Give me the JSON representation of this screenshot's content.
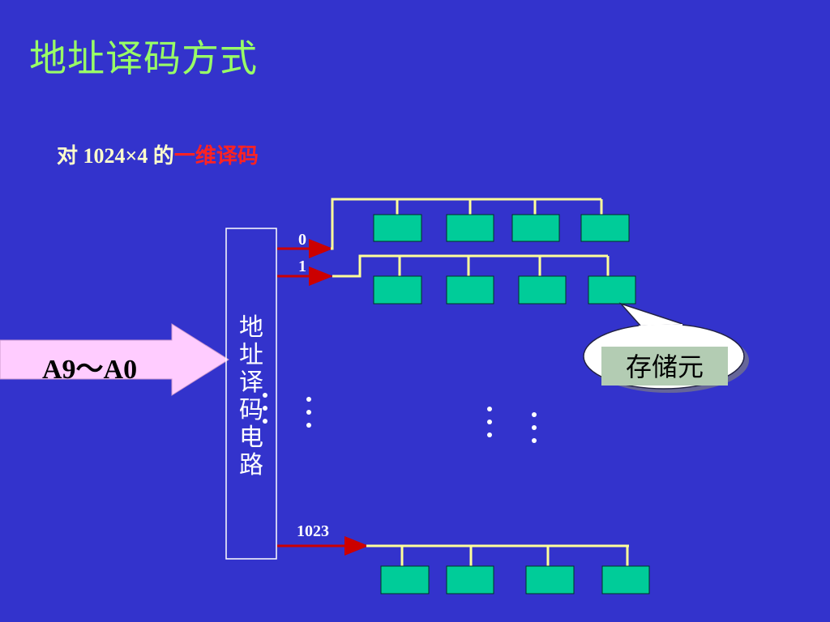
{
  "title": "地址译码方式",
  "subtitle": {
    "prefix": "对 1024×4 的",
    "highlight": "一维译码"
  },
  "input_label": "A9～A0",
  "decoder": {
    "label": "地址译码电路"
  },
  "word_lines": [
    {
      "label": "0"
    },
    {
      "label": "1"
    },
    {
      "label": "1023"
    }
  ],
  "callout": {
    "label": "存储元"
  },
  "colors": {
    "background": "#3333cc",
    "title": "#99ff66",
    "highlight": "#ff2222",
    "bus": "#ffff99",
    "cell": "#00cc99",
    "arrow": "#cc0000",
    "input_arrow": "#ffccff"
  }
}
